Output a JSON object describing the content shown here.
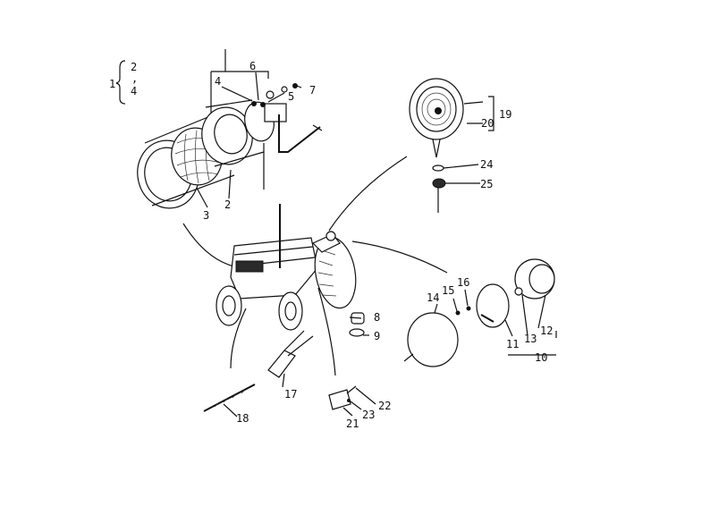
{
  "diagram": {
    "group_key": {
      "parent": "1",
      "children": [
        "2",
        ",",
        "4"
      ]
    },
    "callouts": {
      "c2a": "2",
      "c3": "3",
      "c4": "4",
      "c5": "5",
      "c6": "6",
      "c7": "7",
      "c2b": "2",
      "c8": "8",
      "c9": "9",
      "c10": "10",
      "c11": "11",
      "c12": "12",
      "c13": "13",
      "c14": "14",
      "c15": "15",
      "c16": "16",
      "c17": "17",
      "c18": "18",
      "c19": "19",
      "c20": "20",
      "c21": "21",
      "c22": "22",
      "c23": "23",
      "c24": "24",
      "c25": "25"
    }
  }
}
